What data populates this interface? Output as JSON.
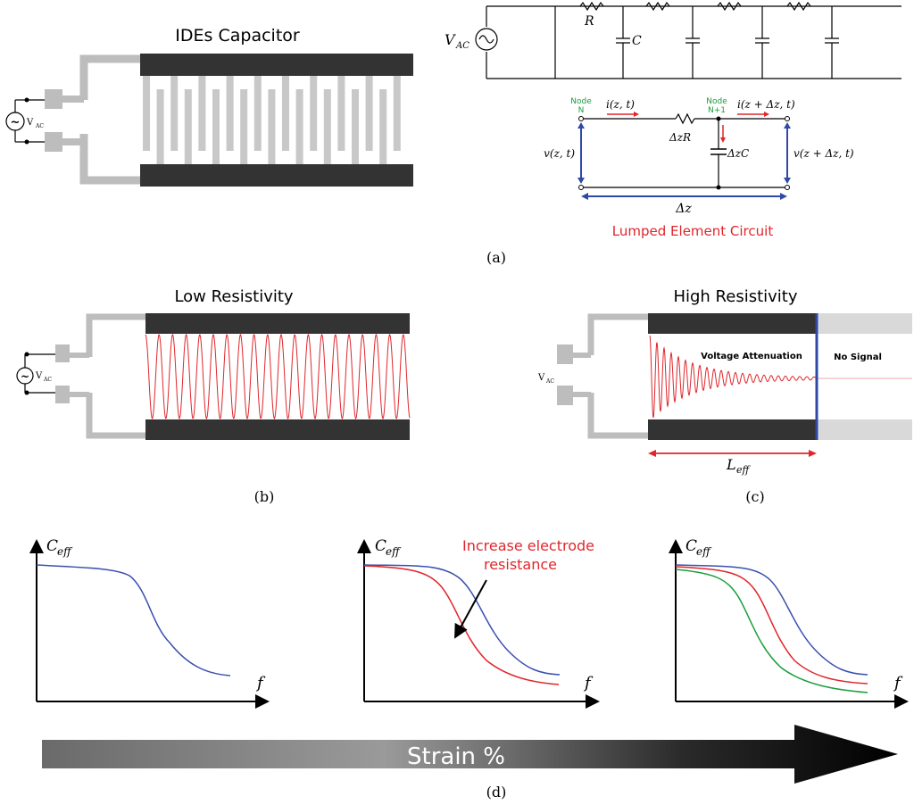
{
  "panel_a": {
    "title": "IDEs Capacitor",
    "source_label": "V",
    "source_sub": "AC",
    "ladder": {
      "source": "V",
      "source_sub": "AC",
      "r": "R",
      "c": "C"
    },
    "lumped": {
      "node_n": "Node",
      "node_n2": "N",
      "node_n1": "Node",
      "node_n1b": "N+1",
      "i_in": "i(z, t)",
      "i_out": "i(z + Δz, t)",
      "v_in": "v(z, t)",
      "v_out": "v(z + Δz, t)",
      "r": "ΔzR",
      "c": "ΔzC",
      "dz": "Δz",
      "title": "Lumped Element Circuit"
    },
    "caption": "(a)"
  },
  "panel_b": {
    "title": "Low Resistivity",
    "source_label": "V",
    "source_sub": "AC",
    "caption": "(b)"
  },
  "panel_c": {
    "title": "High Resistivity",
    "source_label": "V",
    "source_sub": "AC",
    "attenuation": "Voltage Attenuation",
    "no_signal": "No Signal",
    "leff": "L",
    "leff_sub": "eff",
    "caption": "(c)"
  },
  "panel_d": {
    "y_label": "C",
    "y_sub": "eff",
    "x_label": "f",
    "annotation_1": "Increase electrode",
    "annotation_2": "resistance",
    "strain": "Strain %",
    "caption": "(d)",
    "colors": {
      "blue": "#3a4fb0",
      "red": "#e0262c",
      "green": "#1a9e3a"
    }
  }
}
